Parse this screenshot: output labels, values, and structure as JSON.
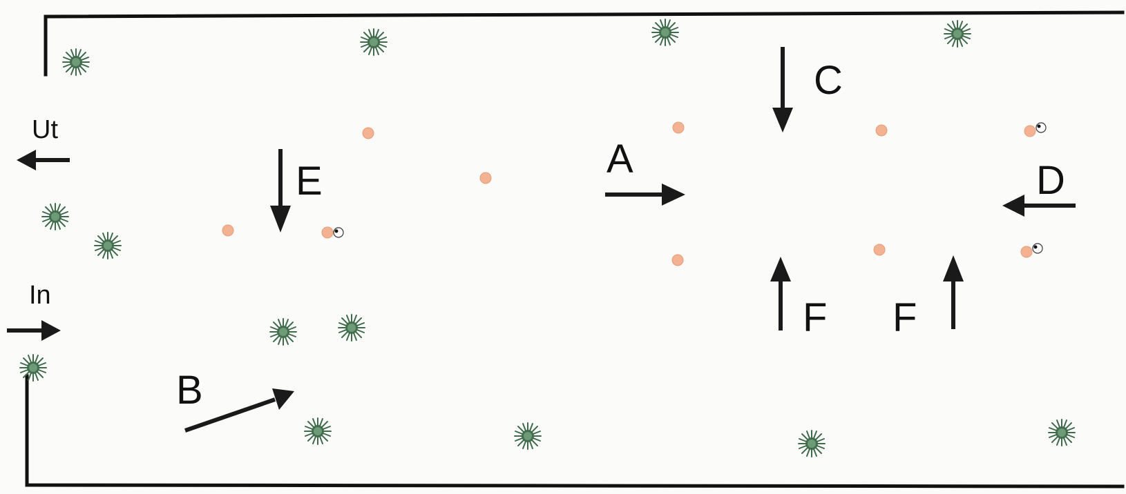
{
  "diagram": {
    "exit_label": "Ut",
    "entrance_label": "In",
    "arrows": [
      {
        "id": "A",
        "label": "A"
      },
      {
        "id": "B",
        "label": "B"
      },
      {
        "id": "C",
        "label": "C"
      },
      {
        "id": "D",
        "label": "D"
      },
      {
        "id": "E",
        "label": "E"
      },
      {
        "id": "F1",
        "label": "F"
      },
      {
        "id": "F2",
        "label": "F"
      }
    ],
    "colors": {
      "wall": "#111111",
      "arrow": "#1a1a1a",
      "marker": "#f3b393",
      "shrub": "#4f7a5a",
      "background": "#fbfcfa"
    },
    "icons": {
      "shrub": "shrub-icon",
      "marker": "marker-dot",
      "eye": "eye-icon"
    }
  }
}
